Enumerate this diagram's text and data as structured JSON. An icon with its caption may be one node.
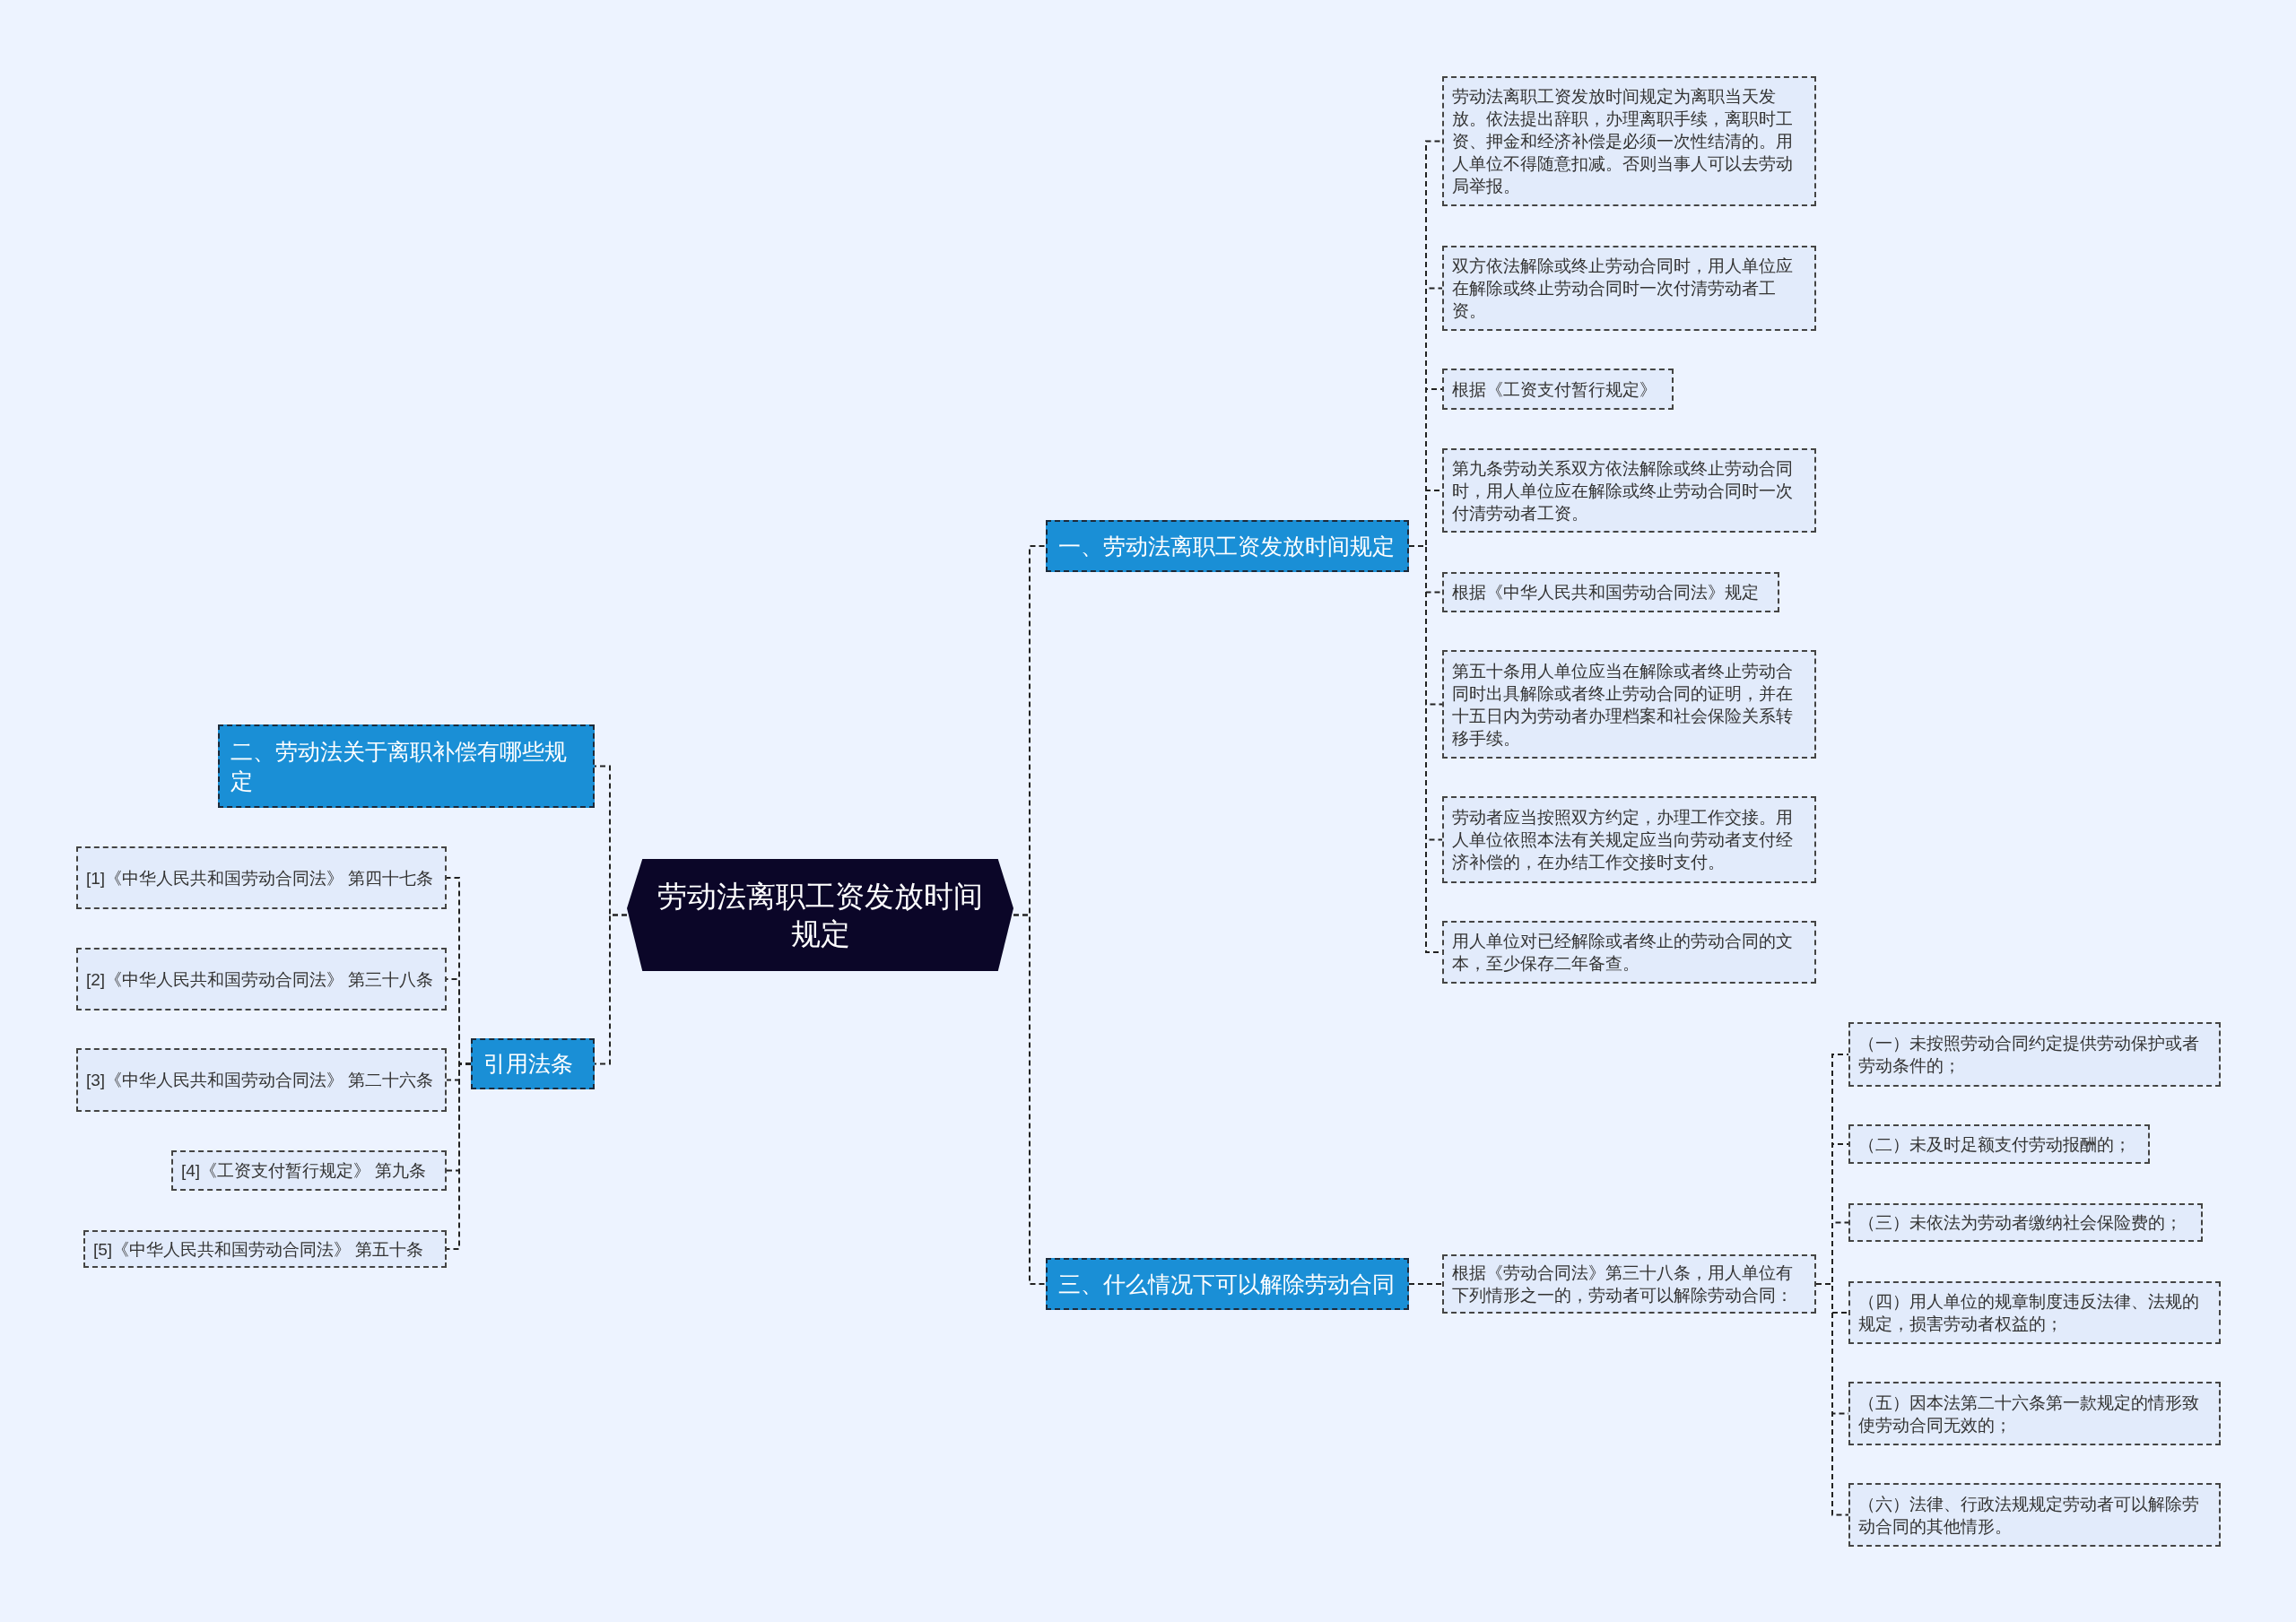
{
  "diagram": {
    "nodes": [
      {
        "text": [
          "劳动法离职工资发放时间规定"
        ]
      },
      {
        "text": [
          "一、劳动法离职工资发放时间规定"
        ]
      },
      {
        "text": [
          "劳动法离职工资发放时间规定为离职当天发放。依法提出辞职，办理离职手续，离职时工资、押金和经济补偿是必须一次性结清的。用人单位不得随意扣减。否则当事人可以去劳动局举报。"
        ]
      },
      {
        "text": [
          "双方依法解除或终止劳动合同时，用人单位应在解除或终止劳动合同时一次付清劳动者工资。"
        ]
      },
      {
        "text": [
          "根据《工资支付暂行规定》"
        ]
      },
      {
        "text": [
          "第九条劳动关系双方依法解除或终止劳动合同时，用人单位应在解除或终止劳动合同时一次付清劳动者工资。"
        ]
      },
      {
        "text": [
          "根据《中华人民共和国劳动合同法》规定"
        ]
      },
      {
        "text": [
          "第五十条用人单位应当在解除或者终止劳动合同时出具解除或者终止劳动合同的证明，并在十五日内为劳动者办理档案和社会保险关系转移手续。"
        ]
      },
      {
        "text": [
          "劳动者应当按照双方约定，办理工作交接。用人单位依照本法有关规定应当向劳动者支付经济补偿的，在办结工作交接时支付。"
        ]
      },
      {
        "text": [
          "用人单位对已经解除或者终止的劳动合同的文本，至少保存二年备查。"
        ]
      },
      {
        "text": [
          "二、劳动法关于离职补偿有哪些规定"
        ]
      },
      {
        "text": [
          "引用法条"
        ]
      },
      {
        "text": [
          "[1]《中华人民共和国劳动合同法》 第四十七条"
        ]
      },
      {
        "text": [
          "[2]《中华人民共和国劳动合同法》 第三十八条"
        ]
      },
      {
        "text": [
          "[3]《中华人民共和国劳动合同法》 第二十六条"
        ]
      },
      {
        "text": [
          "[4]《工资支付暂行规定》 第九条"
        ]
      },
      {
        "text": [
          "[5]《中华人民共和国劳动合同法》 第五十条"
        ]
      },
      {
        "text": [
          "三、什么情况下可以解除劳动合同"
        ]
      },
      {
        "text": [
          "根据《劳动合同法》第三十八条，用人单位有下列情形之一的，劳动者可以解除劳动合同："
        ]
      },
      {
        "text": [
          "（一）未按照劳动合同约定提供劳动保护或者劳动条件的；"
        ]
      },
      {
        "text": [
          "（二）未及时足额支付劳动报酬的；"
        ]
      },
      {
        "text": [
          "（三）未依法为劳动者缴纳社会保险费的；"
        ]
      },
      {
        "text": [
          "（四）用人单位的规章制度违反法律、法规的规定，损害劳动者权益的；"
        ]
      },
      {
        "text": [
          "（五）因本法第二十六条第一款规定的情形致使劳动合同无效的；"
        ]
      },
      {
        "text": [
          "（六）法律、行政法规规定劳动者可以解除劳动合同的其他情形。"
        ]
      }
    ],
    "edges": [
      {
        "from": 0,
        "to": 1,
        "arrow": "none"
      },
      {
        "from": 1,
        "to": 2,
        "arrow": "none"
      },
      {
        "from": 1,
        "to": 3,
        "arrow": "none"
      },
      {
        "from": 1,
        "to": 4,
        "arrow": "none"
      },
      {
        "from": 1,
        "to": 5,
        "arrow": "none"
      },
      {
        "from": 1,
        "to": 6,
        "arrow": "none"
      },
      {
        "from": 1,
        "to": 7,
        "arrow": "none"
      },
      {
        "from": 1,
        "to": 8,
        "arrow": "none"
      },
      {
        "from": 1,
        "to": 9,
        "arrow": "none"
      },
      {
        "from": 0,
        "to": 10,
        "arrow": "none"
      },
      {
        "from": 0,
        "to": 11,
        "arrow": "none"
      },
      {
        "from": 11,
        "to": 12,
        "arrow": "none"
      },
      {
        "from": 11,
        "to": 13,
        "arrow": "none"
      },
      {
        "from": 11,
        "to": 14,
        "arrow": "none"
      },
      {
        "from": 11,
        "to": 15,
        "arrow": "none"
      },
      {
        "from": 11,
        "to": 16,
        "arrow": "none"
      },
      {
        "from": 0,
        "to": 17,
        "arrow": "none"
      },
      {
        "from": 17,
        "to": 18,
        "arrow": "none"
      },
      {
        "from": 18,
        "to": 19,
        "arrow": "none"
      },
      {
        "from": 18,
        "to": 20,
        "arrow": "none"
      },
      {
        "from": 18,
        "to": 21,
        "arrow": "none"
      },
      {
        "from": 18,
        "to": 22,
        "arrow": "none"
      },
      {
        "from": 18,
        "to": 23,
        "arrow": "none"
      },
      {
        "from": 18,
        "to": 24,
        "arrow": "none"
      }
    ]
  }
}
